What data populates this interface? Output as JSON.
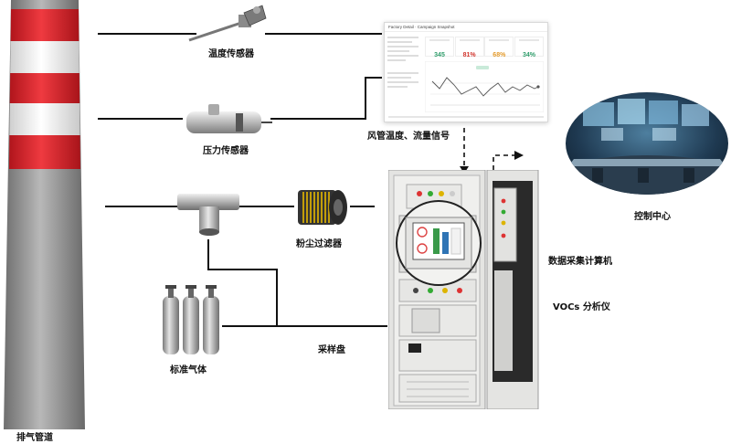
{
  "labels": {
    "chimney": "排气管道",
    "temp_sensor": "温度传感器",
    "pressure_sensor": "压力传感器",
    "signal": "风管温度、流量信号",
    "control_center": "控制中心",
    "dust_filter": "粉尘过滤器",
    "daq_computer": "数据采集计算机",
    "vocs_analyzer": "VOCs 分析仪",
    "sampling_panel": "采样盘",
    "std_gas": "标准气体"
  },
  "dashboard": {
    "title": "Factory Detail · Campaign Snapshot",
    "metrics": [
      {
        "value": "345",
        "color": "#2e9c6a"
      },
      {
        "value": "81%",
        "color": "#d0342c"
      },
      {
        "value": "68%",
        "color": "#e39a2b"
      },
      {
        "value": "34%",
        "color": "#2e9c6a"
      }
    ]
  },
  "colors": {
    "chimney_red": "#e0202a",
    "chimney_grey": "#9a9a9a",
    "cabinet": "#e4e4e2"
  }
}
